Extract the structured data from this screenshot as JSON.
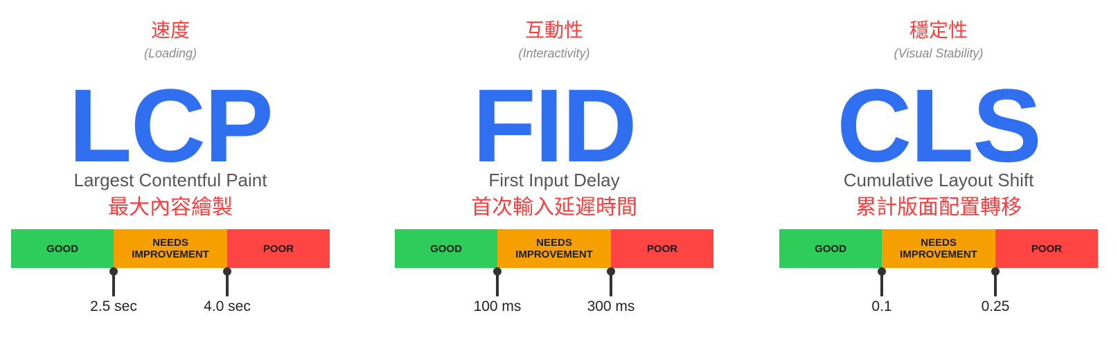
{
  "colors": {
    "good": "#2ecc5a",
    "needs_improvement": "#f5a000",
    "poor": "#ff4444",
    "acronym": "#2f6ff0",
    "chinese_text": "#ff3b3b"
  },
  "metrics": [
    {
      "category_cn": "速度",
      "category_en": "(Loading)",
      "acronym": "LCP",
      "name_en": "Largest Contentful Paint",
      "name_cn": "最大內容繪製",
      "bands": {
        "good": "GOOD",
        "needs": "NEEDS\nIMPROVEMENT",
        "poor": "POOR"
      },
      "thresholds": [
        "2.5 sec",
        "4.0 sec"
      ]
    },
    {
      "category_cn": "互動性",
      "category_en": "(Interactivity)",
      "acronym": "FID",
      "name_en": "First Input Delay",
      "name_cn": "首次輸入延遲時間",
      "bands": {
        "good": "GOOD",
        "needs": "NEEDS\nIMPROVEMENT",
        "poor": "POOR"
      },
      "thresholds": [
        "100 ms",
        "300 ms"
      ]
    },
    {
      "category_cn": "穩定性",
      "category_en": "(Visual Stability)",
      "acronym": "CLS",
      "name_en": "Cumulative Layout Shift",
      "name_cn": "累計版面配置轉移",
      "bands": {
        "good": "GOOD",
        "needs": "NEEDS\nIMPROVEMENT",
        "poor": "POOR"
      },
      "thresholds": [
        "0.1",
        "0.25"
      ]
    }
  ]
}
